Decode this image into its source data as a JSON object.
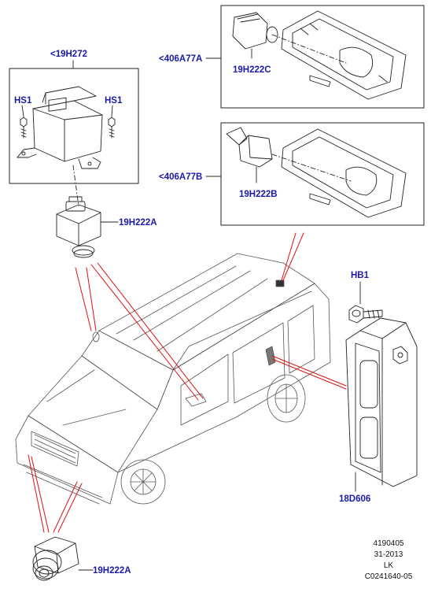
{
  "callouts": {
    "ref_19h272": "<19H272",
    "hs1_left": "HS1",
    "hs1_right": "HS1",
    "part_19h222a_top": "19H222A",
    "ref_406a77a": "<406A77A",
    "part_19h222c": "19H222C",
    "ref_406a77b": "<406A77B",
    "part_19h222b": "19H222B",
    "hb1": "HB1",
    "part_18d606": "18D606",
    "part_19h222a_bottom": "19H222A"
  },
  "reference_block": {
    "line1": "4190405",
    "line2": "31-2013",
    "line3": "LK",
    "line4": "C0241640-05"
  },
  "colors": {
    "label": "#1a1aa8",
    "leader": "#e01010",
    "line": "#222222"
  }
}
